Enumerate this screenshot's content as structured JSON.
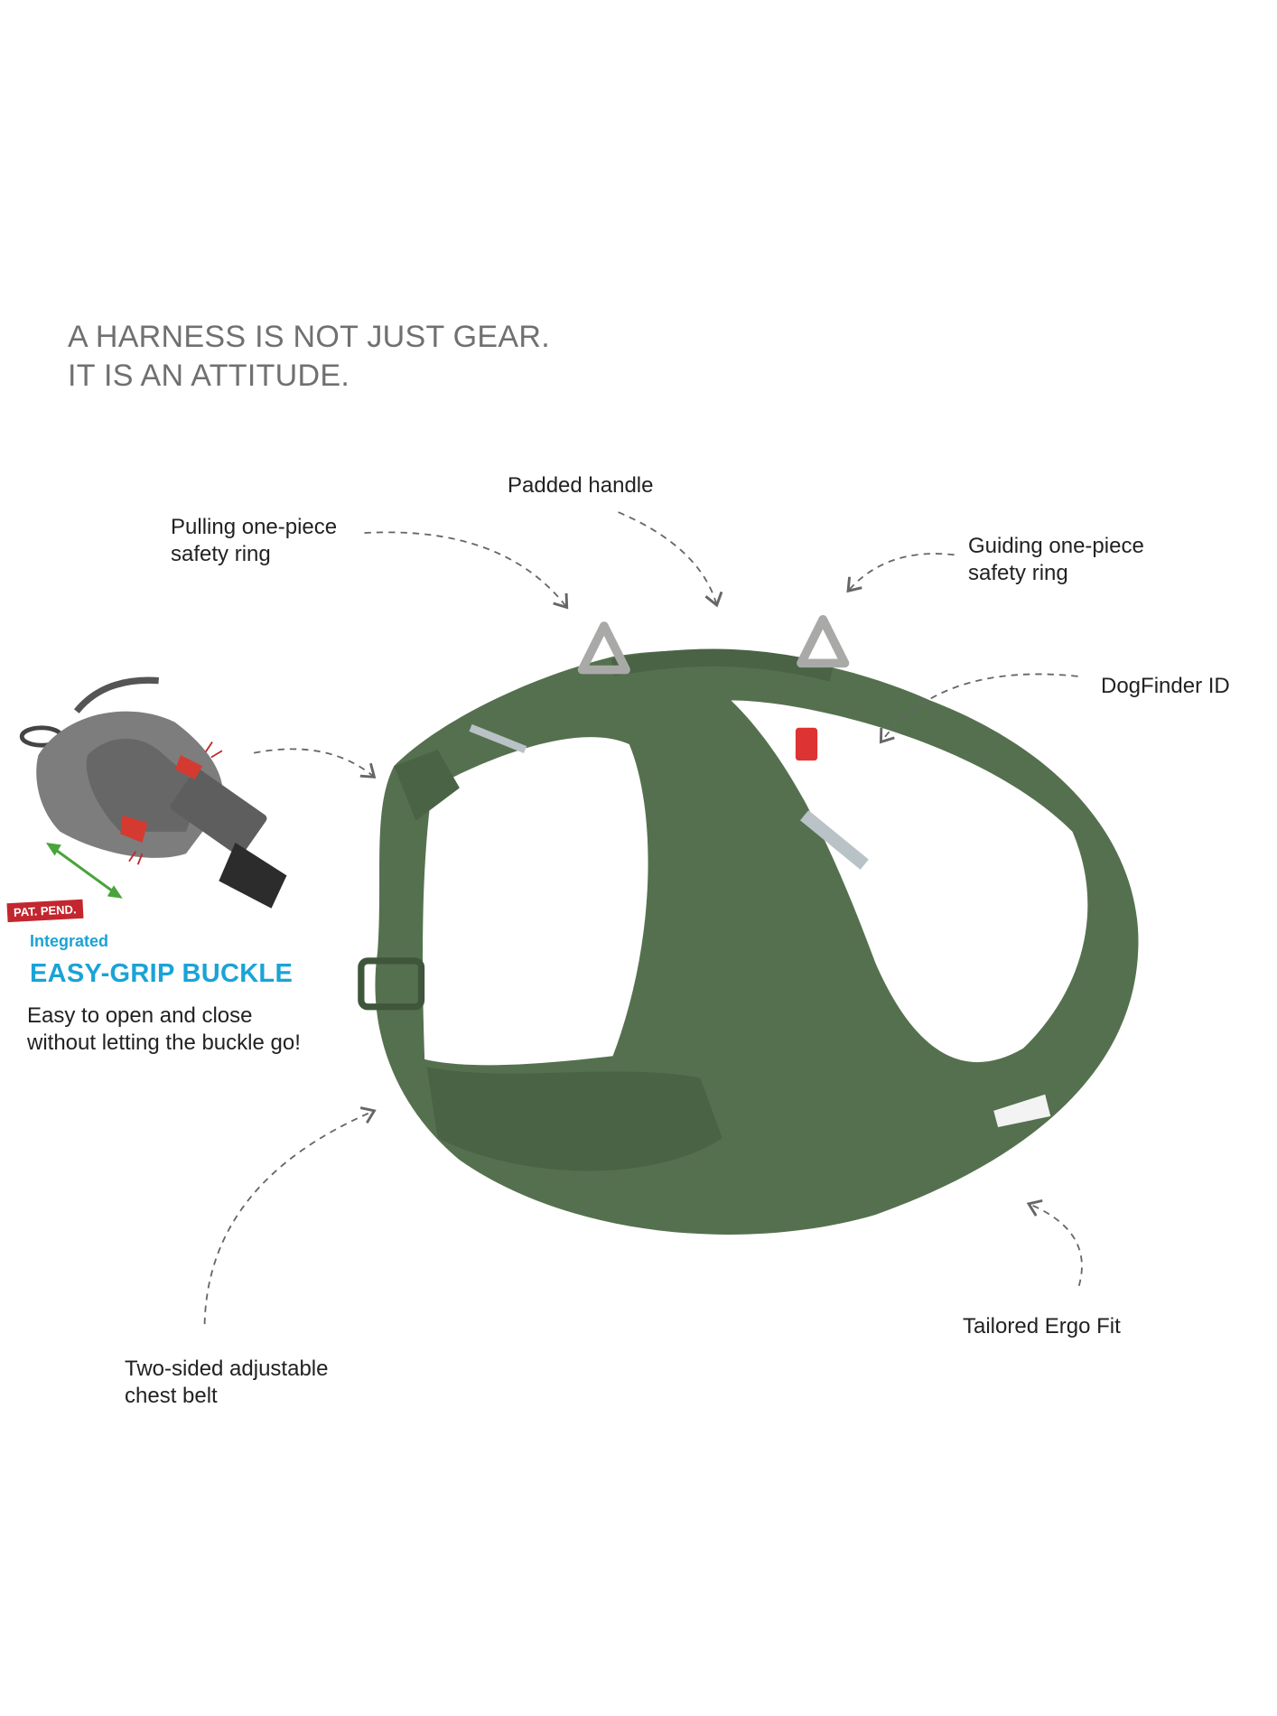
{
  "headline": {
    "line1": "A HARNESS IS NOT JUST GEAR.",
    "line2": "IT IS AN ATTITUDE."
  },
  "callouts": {
    "padded_handle": "Padded handle",
    "pulling_ring": {
      "line1": "Pulling one-piece",
      "line2": "safety ring"
    },
    "guiding_ring": {
      "line1": "Guiding one-piece",
      "line2": "safety ring"
    },
    "dogfinder": "DogFinder ID",
    "tailored": "Tailored Ergo Fit",
    "chest_belt": {
      "line1": "Two-sided adjustable",
      "line2": "chest belt"
    }
  },
  "buckle": {
    "badge": "PAT. PEND.",
    "kicker": "Integrated",
    "title": "EASY-GRIP BUCKLE",
    "desc_line1": "Easy to open and close",
    "desc_line2": "without letting the buckle go!"
  },
  "colors": {
    "harness_green": "#55704f",
    "accent_blue": "#1aa3d6",
    "badge_red": "#c3262e",
    "headline_gray": "#707070"
  }
}
